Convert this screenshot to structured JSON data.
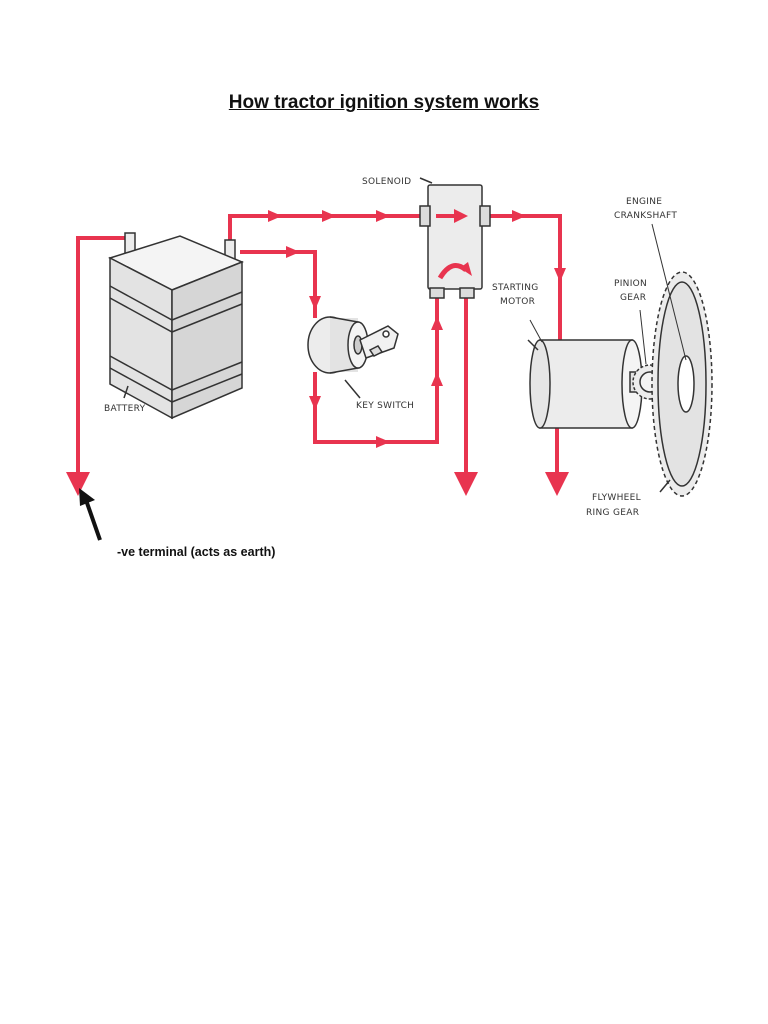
{
  "title": "How tractor ignition system works",
  "labels": {
    "solenoid": "SOLENOID",
    "engine": "ENGINE",
    "crankshaft": "CRANKSHAFT",
    "pinion": "PINION",
    "gear": "GEAR",
    "starting": "STARTING",
    "motor": "MOTOR",
    "battery": "BATTERY",
    "key_switch": "KEY SWITCH",
    "flywheel": "FLYWHEEL",
    "ring_gear": "RING GEAR"
  },
  "annotation": "-ve terminal (acts as earth)",
  "colors": {
    "wire": "#e8344f",
    "component_fill": "#ececec",
    "component_stroke": "#333333",
    "text": "#111111"
  }
}
